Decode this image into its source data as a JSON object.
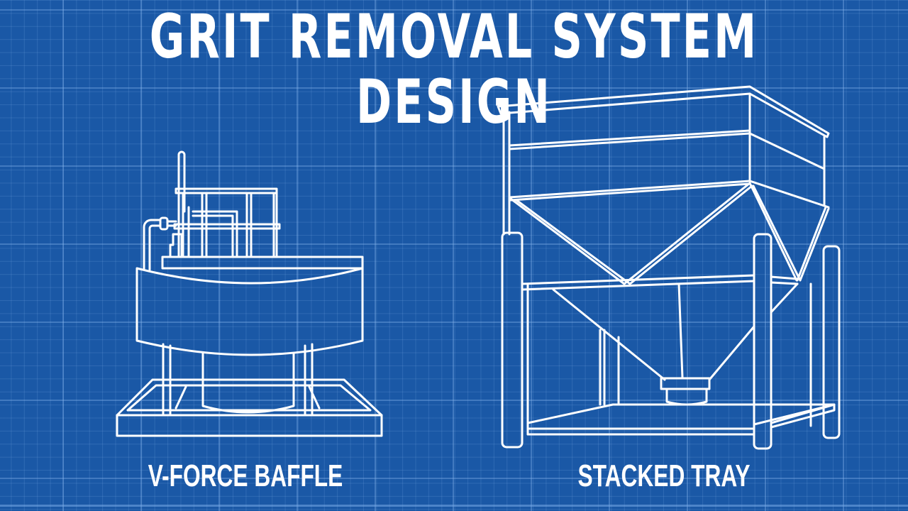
{
  "header": {
    "title": "GRIT REMOVAL SYSTEM DESIGN"
  },
  "diagrams": [
    {
      "id": "v-force-baffle",
      "label": "V-FORCE BAFFLE"
    },
    {
      "id": "stacked-tray",
      "label": "STACKED TRAY"
    }
  ],
  "colors": {
    "background": "#1a58a6",
    "grid": "#8cb9f0",
    "line": "#ffffff"
  }
}
